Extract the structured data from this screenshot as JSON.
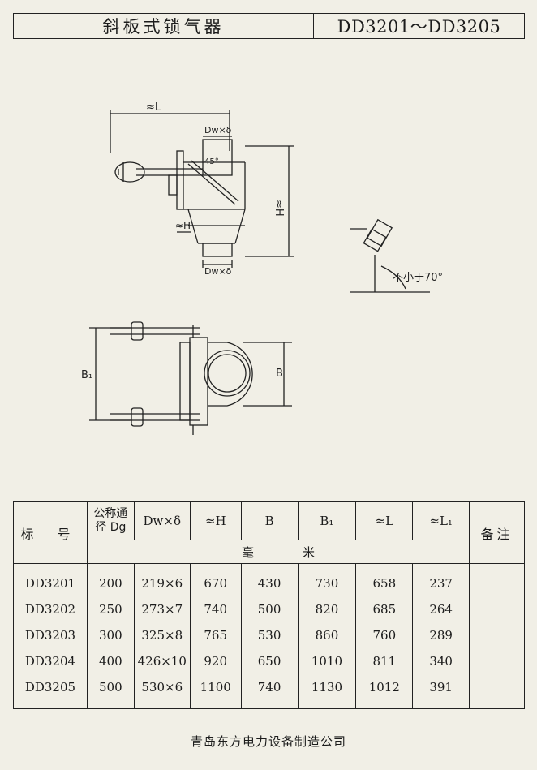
{
  "header": {
    "title": "斜板式锁气器",
    "code_range": "DD3201～DD3205"
  },
  "drawing": {
    "labels": {
      "L": "≈L",
      "dw_delta_top": "Dw×δ",
      "angle45": "45°",
      "H_vertical": "≈H",
      "H_small": "≈H",
      "dw_delta_bottom": "Dw×δ",
      "install_angle": "不小于70°",
      "B1": "B₁",
      "B": "B"
    }
  },
  "table": {
    "headers": {
      "std_no": "标 号",
      "dn_line1": "公称通",
      "dn_line2": "径 Dg",
      "dw": "Dw×δ",
      "h": "≈H",
      "b": "B",
      "b1": "B₁",
      "l": "≈L",
      "l1": "≈L₁",
      "note": "备注",
      "units": "毫米"
    },
    "rows": [
      {
        "no": "DD3201",
        "dg": "200",
        "dw": "219×6",
        "h": "670",
        "b": "430",
        "b1": "730",
        "l": "658",
        "l1": "237",
        "note": ""
      },
      {
        "no": "DD3202",
        "dg": "250",
        "dw": "273×7",
        "h": "740",
        "b": "500",
        "b1": "820",
        "l": "685",
        "l1": "264",
        "note": ""
      },
      {
        "no": "DD3203",
        "dg": "300",
        "dw": "325×8",
        "h": "765",
        "b": "530",
        "b1": "860",
        "l": "760",
        "l1": "289",
        "note": ""
      },
      {
        "no": "DD3204",
        "dg": "400",
        "dw": "426×10",
        "h": "920",
        "b": "650",
        "b1": "1010",
        "l": "811",
        "l1": "340",
        "note": ""
      },
      {
        "no": "DD3205",
        "dg": "500",
        "dw": "530×6",
        "h": "1100",
        "b": "740",
        "b1": "1130",
        "l": "1012",
        "l1": "391",
        "note": ""
      }
    ]
  },
  "footer": {
    "company": "青岛东方电力设备制造公司"
  }
}
